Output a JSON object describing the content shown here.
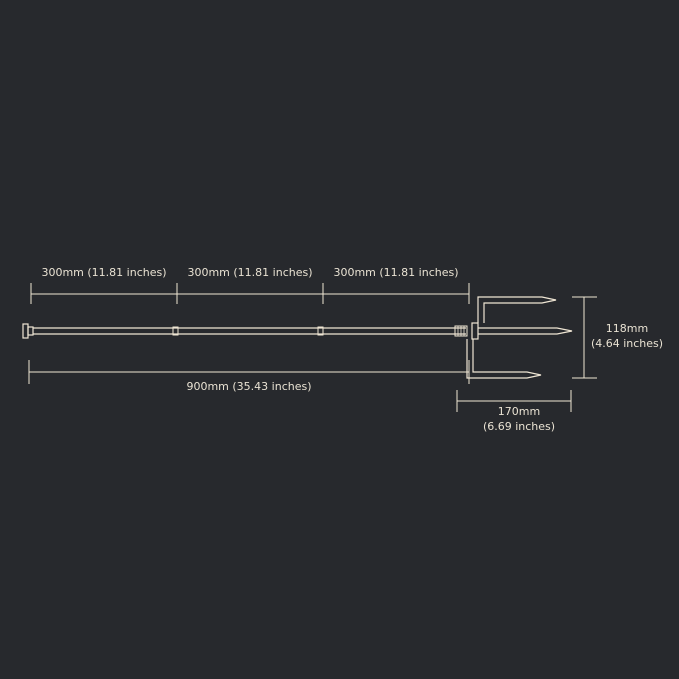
{
  "dimensions": {
    "segment_1": "300mm (11.81 inches)",
    "segment_2": "300mm (11.81 inches)",
    "segment_3": "300mm (11.81 inches)",
    "total_length": "900mm (35.43 inches)",
    "fork_height": "118mm",
    "fork_height_in": "(4.64 inches)",
    "fork_length": "170mm",
    "fork_length_in": "(6.69 inches)"
  },
  "colors": {
    "background": "#27292d",
    "line": "#efe6d4",
    "text": "#e9e2d3"
  }
}
